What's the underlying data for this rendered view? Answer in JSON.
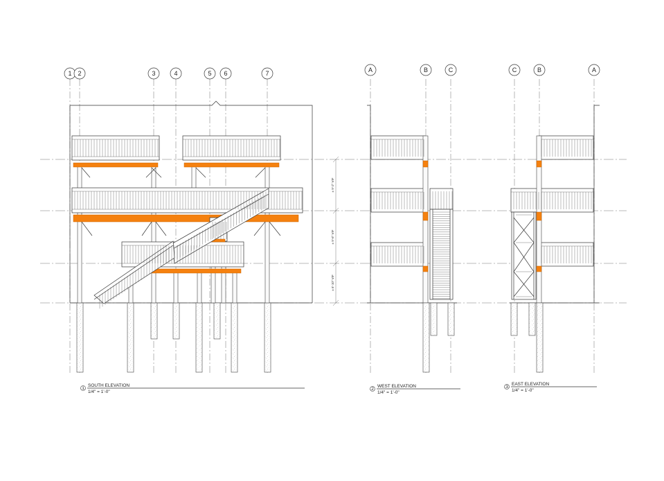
{
  "south_elevation": {
    "grid_labels": [
      "1",
      "2",
      "3",
      "4",
      "5",
      "6",
      "7"
    ],
    "title": "SOUTH ELEVATION",
    "scale": "1/4\" = 1'-0\"",
    "number": "1",
    "dimensions": [
      "± 9'-2\" VIF",
      "± 9'-6\" VIF",
      "± 6'-10\" VIF"
    ]
  },
  "west_elevation": {
    "grid_labels": [
      "A",
      "B",
      "C"
    ],
    "title": "WEST ELEVATION",
    "scale": "1/4\" = 1'-0\"",
    "number": "2"
  },
  "east_elevation": {
    "grid_labels": [
      "C",
      "B",
      "A"
    ],
    "title": "EAST ELEVATION",
    "scale": "1/4\" = 1'-0\"",
    "number": "3"
  },
  "colors": {
    "highlight_beam": "#f5810f",
    "linework": "#333333",
    "background": "#ffffff"
  }
}
